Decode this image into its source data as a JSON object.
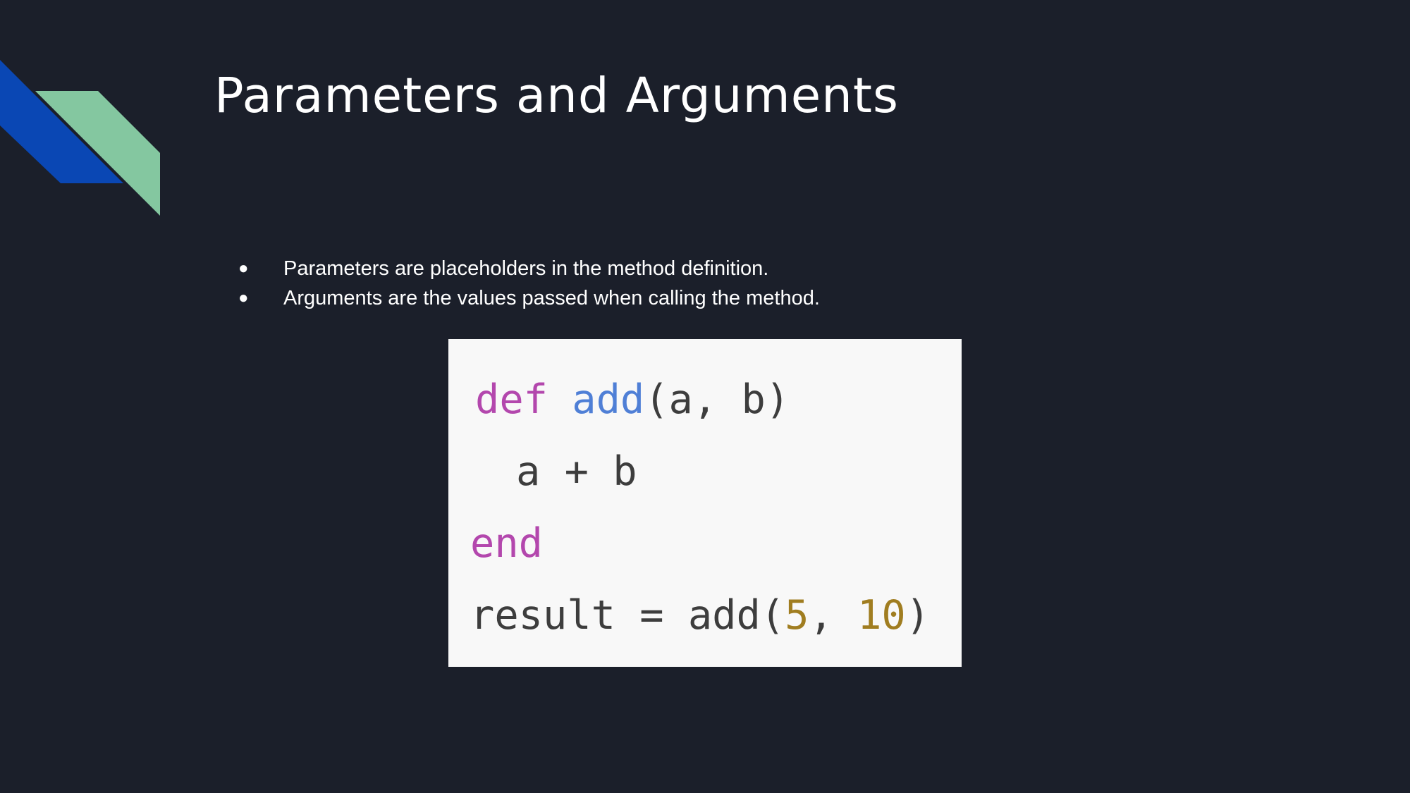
{
  "slide": {
    "title": "Parameters and Arguments",
    "bullets": [
      "Parameters are placeholders in the method definition.",
      "Arguments are the values passed when calling the method."
    ],
    "bullet_glyph": "●"
  },
  "code_image": {
    "lines": [
      [
        {
          "text": "def",
          "kind": "keyword"
        },
        {
          "text": " ",
          "kind": "plain"
        },
        {
          "text": "add",
          "kind": "function"
        },
        {
          "text": "(a, b)",
          "kind": "plain"
        }
      ],
      [
        {
          "text": "a + b",
          "kind": "plain"
        }
      ],
      [
        {
          "text": "end",
          "kind": "keyword"
        }
      ],
      [
        {
          "text": "result = add(",
          "kind": "plain"
        },
        {
          "text": "5",
          "kind": "number"
        },
        {
          "text": ", ",
          "kind": "plain"
        },
        {
          "text": "10",
          "kind": "number"
        },
        {
          "text": ")",
          "kind": "plain"
        }
      ]
    ]
  },
  "colors": {
    "background": "#1b1f2a",
    "accent_blue": "#0a47b4",
    "accent_green": "#84c7a0",
    "text": "#ffffff",
    "code_background": "#f8f8f8",
    "code_keyword": "#b347ad",
    "code_function": "#4f7fd6",
    "code_number": "#a07d20",
    "code_plain": "#3d3d3d"
  }
}
